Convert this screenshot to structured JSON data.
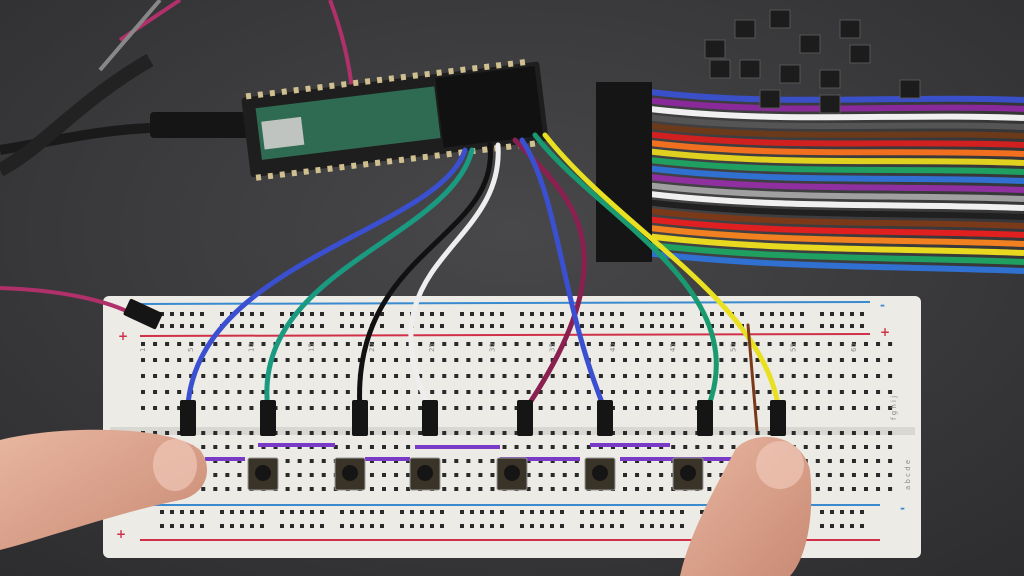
{
  "breadboard": {
    "column_labels": [
      "1",
      "5",
      "10",
      "15",
      "20",
      "25",
      "30",
      "35",
      "40",
      "45",
      "50",
      "55",
      "60"
    ],
    "row_labels_top": "f g h i j",
    "row_labels_bottom": "a b c d e",
    "rail_plus": "+",
    "rail_minus": "-"
  },
  "colors": {
    "background": "#3a3a3c",
    "breadboard": "#ecebe6",
    "rail_red": "#d03048",
    "rail_blue": "#3a8ad0",
    "board_pcb": "#2f6b52"
  },
  "wires": [
    "blue",
    "green",
    "black",
    "white",
    "purple",
    "blue",
    "green",
    "yellow",
    "brown"
  ],
  "ribbon_colors": [
    "#3a50c8",
    "#8a2a9a",
    "#f0f0f0",
    "#555555",
    "#6b3a1a",
    "#d02020",
    "#f07020",
    "#e0d020",
    "#20a060",
    "#3070d0",
    "#9030a0",
    "#a0a0a0",
    "#f0f0f0",
    "#202020",
    "#7a3a1a",
    "#e02020",
    "#f08020",
    "#e8d820",
    "#20a060",
    "#3070d0"
  ],
  "button_count": 6
}
